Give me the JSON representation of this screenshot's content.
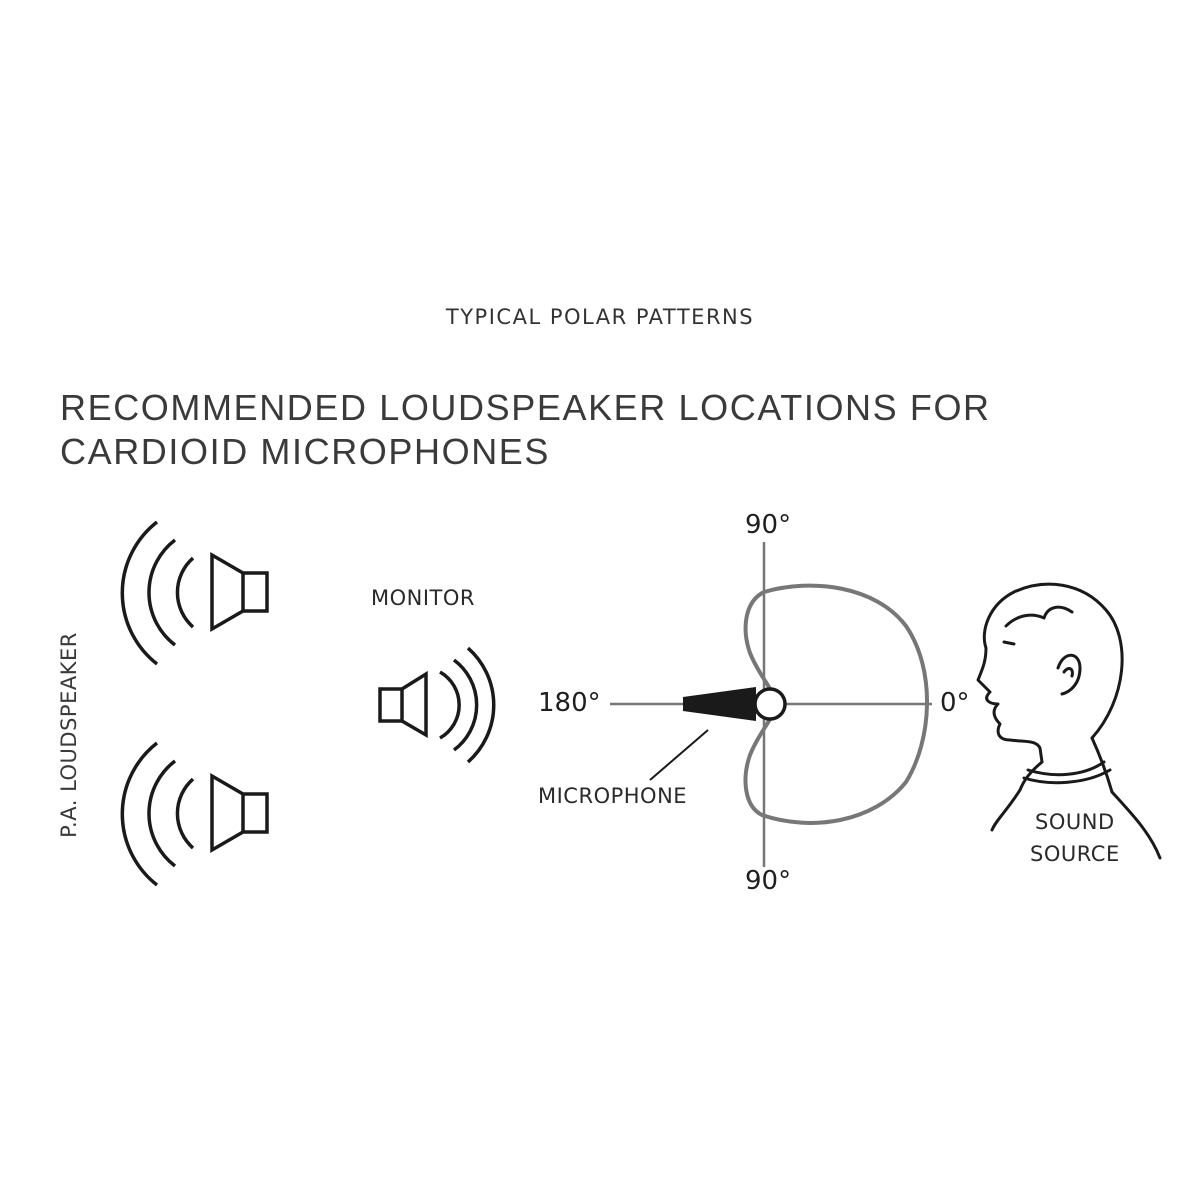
{
  "header": {
    "overline": "TYPICAL POLAR PATTERNS",
    "title_line1": "RECOMMENDED LOUDSPEAKER LOCATIONS FOR",
    "title_line2": "CARDIOID MICROPHONES"
  },
  "labels": {
    "pa_loudspeaker": "P.A. LOUDSPEAKER",
    "monitor": "MONITOR",
    "microphone": "MICROPHONE",
    "sound_source_line1": "SOUND",
    "sound_source_line2": "SOURCE"
  },
  "angles": {
    "top": "90°",
    "bottom": "90°",
    "left": "180°",
    "right": "0°"
  },
  "colors": {
    "line": "#1a1a1a",
    "polar": "#777777"
  },
  "icons": [
    "loudspeaker-icon",
    "monitor-speaker-icon",
    "microphone-icon",
    "head-profile-icon"
  ]
}
